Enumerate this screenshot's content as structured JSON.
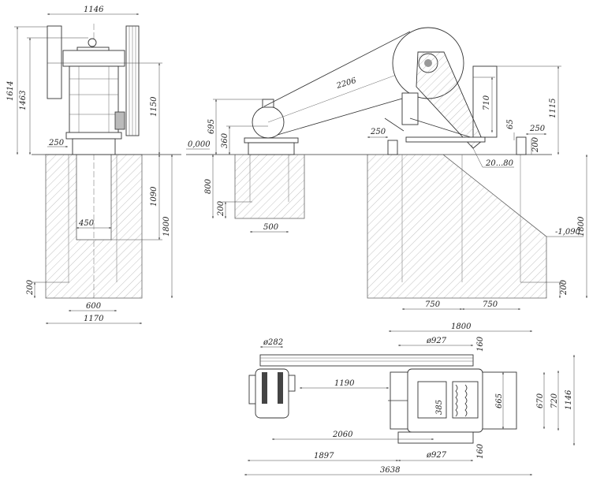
{
  "front_view": {
    "dims": {
      "width_top": "1146",
      "height_total": "1614",
      "height_lift": "1463",
      "height_shaft": "1150",
      "offset_250": "250",
      "pit_depth": "1090",
      "foundation_depth": "1800",
      "pit_width": "450",
      "bolt_depth": "200",
      "bolt_spacing": "600",
      "foundation_width": "1170"
    }
  },
  "side_view": {
    "level_zero": "0,000",
    "level_bottom": "-1,090",
    "dims": {
      "belt_center_distance": "2206",
      "motor_height": "695",
      "motor_shaft_height": "360",
      "motor_foundation_depth": "800",
      "motor_bolt_depth": "200",
      "motor_bolt_spacing": "500",
      "jaw_height": "710",
      "crusher_height": "1115",
      "gap_65": "65",
      "left_offset_250": "250",
      "right_offset_250": "250",
      "support_height_200": "200",
      "discharge_gap": "20...80",
      "foundation_depth": "1800",
      "bolt_depth": "200",
      "bolt_spacing_1": "750",
      "bolt_spacing_2": "750"
    }
  },
  "plan_view": {
    "dims": {
      "frame_length": "1800",
      "flywheel_diameter_top": "ø927",
      "flywheel_offset_top": "160",
      "pulley_diameter": "ø282",
      "motor_to_crusher": "1190",
      "jaw_width": "665",
      "width_670": "670",
      "width_720": "720",
      "total_width": "1146",
      "opening_385": "385",
      "motor_axis_to_crusher": "2060",
      "motor_to_frame": "1897",
      "flywheel_diameter_bottom": "ø927",
      "flywheel_offset_bottom": "160",
      "total_length": "3638"
    }
  }
}
